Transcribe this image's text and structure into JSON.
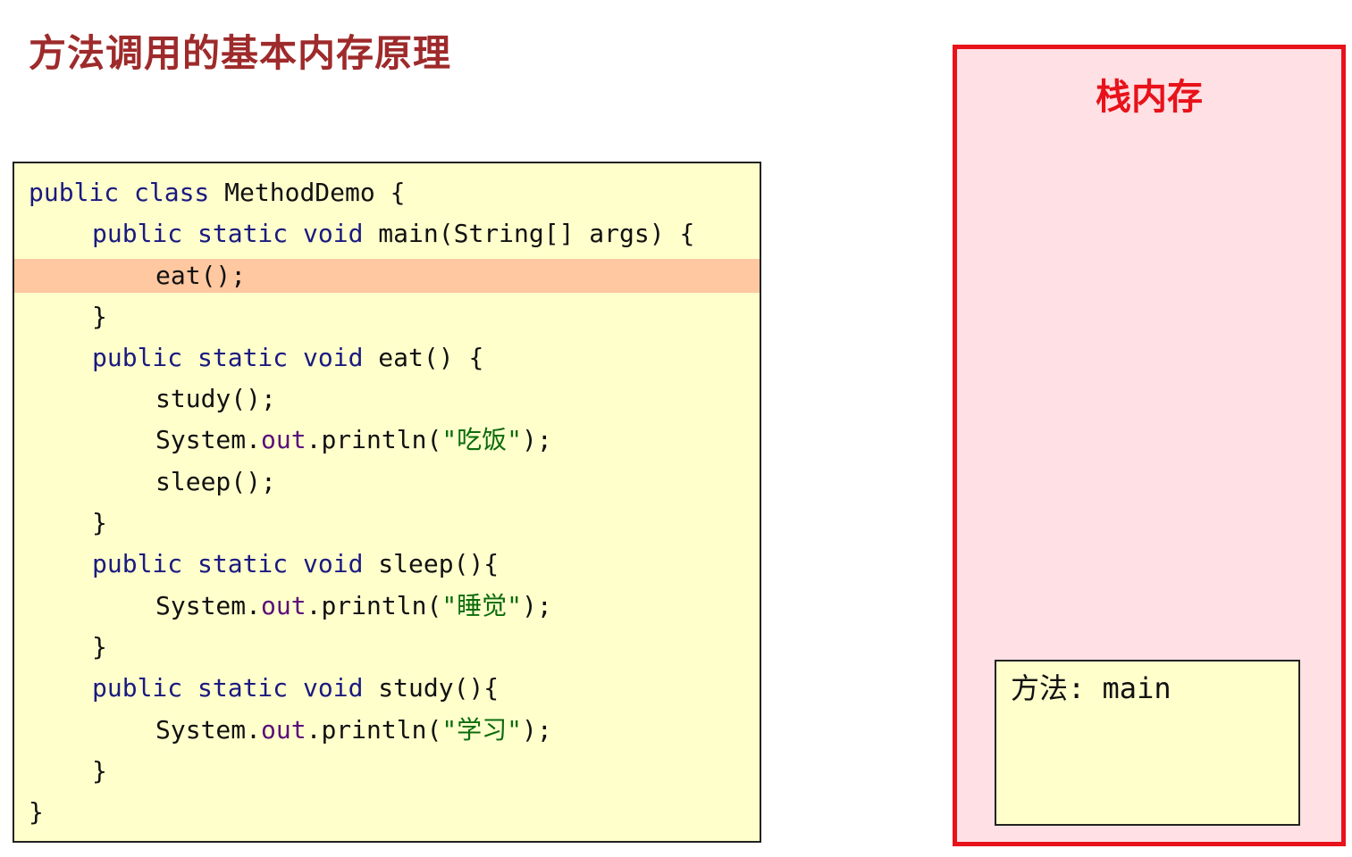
{
  "page": {
    "title": "方法调用的基本内存原理"
  },
  "colors": {
    "title": "#9e2a2b",
    "code_background": "#ffffcc",
    "highlight_line": "#ffc8a0",
    "stack_border": "#e8121a",
    "stack_background": "#ffe0e4",
    "keyword": "#1a1a80",
    "string": "#0b6b0b",
    "field": "#5b0f7a"
  },
  "code": {
    "lines": [
      {
        "indent": 0,
        "highlight": false,
        "tokens": [
          {
            "t": "public class",
            "k": "kw"
          },
          {
            "t": " MethodDemo {",
            "k": "plain"
          }
        ]
      },
      {
        "indent": 1,
        "highlight": false,
        "tokens": [
          {
            "t": "public static void",
            "k": "kw"
          },
          {
            "t": " main(String[] args) {",
            "k": "plain"
          }
        ]
      },
      {
        "indent": 2,
        "highlight": true,
        "tokens": [
          {
            "t": "eat();",
            "k": "plain"
          }
        ]
      },
      {
        "indent": 1,
        "highlight": false,
        "tokens": [
          {
            "t": "}",
            "k": "plain"
          }
        ]
      },
      {
        "indent": 1,
        "highlight": false,
        "tokens": [
          {
            "t": "public static void",
            "k": "kw"
          },
          {
            "t": " eat() {",
            "k": "plain"
          }
        ]
      },
      {
        "indent": 2,
        "highlight": false,
        "tokens": [
          {
            "t": "study();",
            "k": "plain"
          }
        ]
      },
      {
        "indent": 2,
        "highlight": false,
        "tokens": [
          {
            "t": "System.",
            "k": "plain"
          },
          {
            "t": "out",
            "k": "field"
          },
          {
            "t": ".println(",
            "k": "plain"
          },
          {
            "t": "\"吃饭\"",
            "k": "str"
          },
          {
            "t": ");",
            "k": "plain"
          }
        ]
      },
      {
        "indent": 2,
        "highlight": false,
        "tokens": [
          {
            "t": "sleep();",
            "k": "plain"
          }
        ]
      },
      {
        "indent": 1,
        "highlight": false,
        "tokens": [
          {
            "t": "}",
            "k": "plain"
          }
        ]
      },
      {
        "indent": 1,
        "highlight": false,
        "tokens": [
          {
            "t": "public static void",
            "k": "kw"
          },
          {
            "t": " sleep(){",
            "k": "plain"
          }
        ]
      },
      {
        "indent": 2,
        "highlight": false,
        "tokens": [
          {
            "t": "System.",
            "k": "plain"
          },
          {
            "t": "out",
            "k": "field"
          },
          {
            "t": ".println(",
            "k": "plain"
          },
          {
            "t": "\"睡觉\"",
            "k": "str"
          },
          {
            "t": ");",
            "k": "plain"
          }
        ]
      },
      {
        "indent": 1,
        "highlight": false,
        "tokens": [
          {
            "t": "}",
            "k": "plain"
          }
        ]
      },
      {
        "indent": 1,
        "highlight": false,
        "tokens": [
          {
            "t": "public static void",
            "k": "kw"
          },
          {
            "t": " study(){",
            "k": "plain"
          }
        ]
      },
      {
        "indent": 2,
        "highlight": false,
        "tokens": [
          {
            "t": "System.",
            "k": "plain"
          },
          {
            "t": "out",
            "k": "field"
          },
          {
            "t": ".println(",
            "k": "plain"
          },
          {
            "t": "\"学习\"",
            "k": "str"
          },
          {
            "t": ");",
            "k": "plain"
          }
        ]
      },
      {
        "indent": 1,
        "highlight": false,
        "tokens": [
          {
            "t": "}",
            "k": "plain"
          }
        ]
      },
      {
        "indent": 0,
        "highlight": false,
        "tokens": [
          {
            "t": "}",
            "k": "plain"
          }
        ]
      }
    ]
  },
  "stack": {
    "title": "栈内存",
    "frames": [
      {
        "label": "方法: main"
      }
    ]
  }
}
